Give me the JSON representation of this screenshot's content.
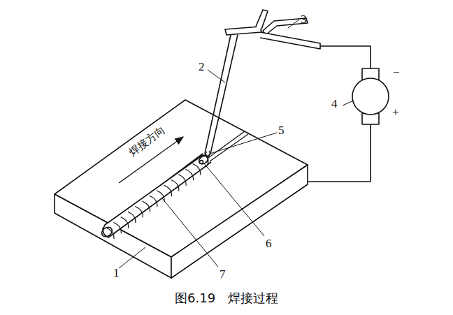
{
  "diagram": {
    "caption": "图6.19　焊接过程",
    "labels": [
      "1",
      "2",
      "3",
      "4",
      "5",
      "6",
      "7",
      "焊接方向",
      "−",
      "+"
    ]
  }
}
